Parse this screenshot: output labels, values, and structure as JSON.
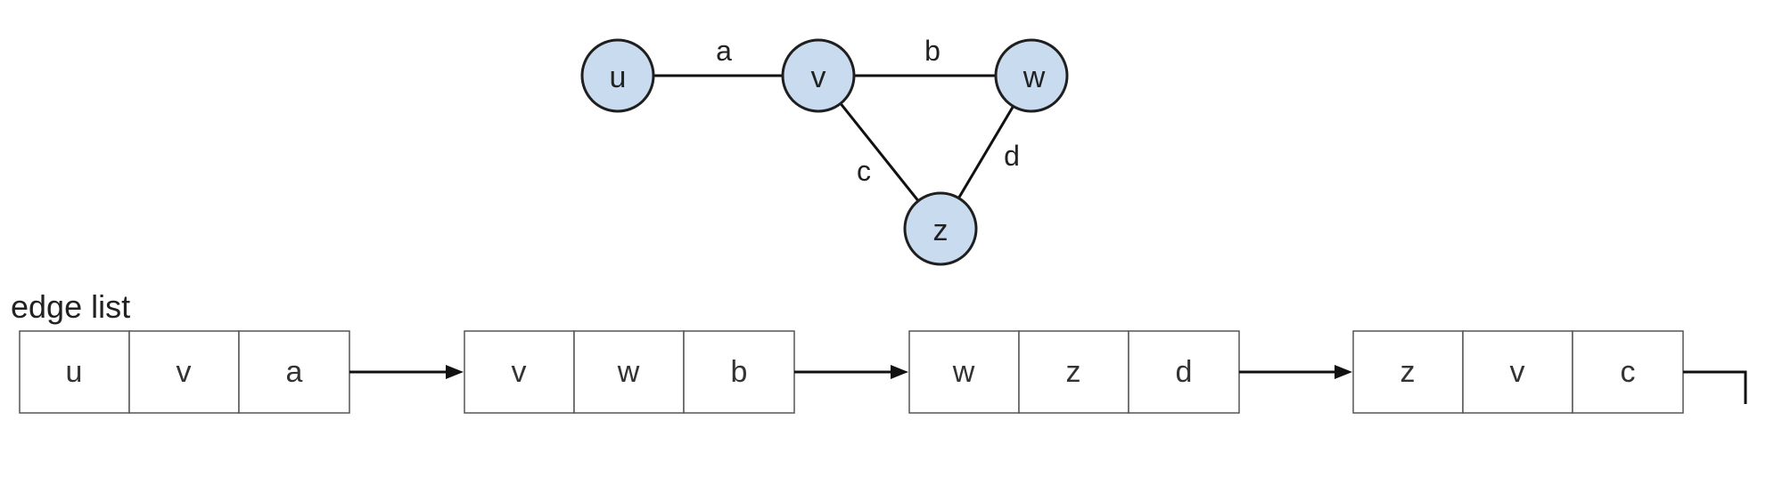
{
  "graph": {
    "nodes": [
      {
        "id": "u",
        "label": "u"
      },
      {
        "id": "v",
        "label": "v"
      },
      {
        "id": "w",
        "label": "w"
      },
      {
        "id": "z",
        "label": "z"
      }
    ],
    "edges": [
      {
        "label": "a",
        "from": "u",
        "to": "v"
      },
      {
        "label": "b",
        "from": "v",
        "to": "w"
      },
      {
        "label": "c",
        "from": "v",
        "to": "z"
      },
      {
        "label": "d",
        "from": "w",
        "to": "z"
      }
    ]
  },
  "edge_list": {
    "title": "edge list",
    "entries": [
      {
        "from": "u",
        "to": "v",
        "edge": "a"
      },
      {
        "from": "v",
        "to": "w",
        "edge": "b"
      },
      {
        "from": "w",
        "to": "z",
        "edge": "d"
      },
      {
        "from": "z",
        "to": "v",
        "edge": "c"
      }
    ]
  },
  "colors": {
    "node_fill": "#c9dcef",
    "node_stroke": "#1f1f1f",
    "cell_border": "#555555"
  }
}
